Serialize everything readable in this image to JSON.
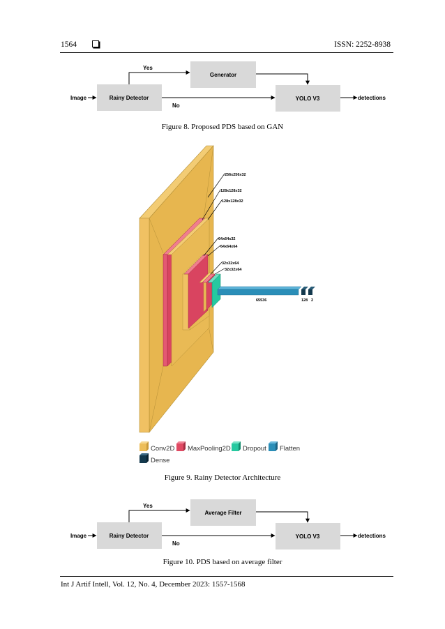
{
  "header": {
    "page_number": "1564",
    "issn": "ISSN: 2252-8938"
  },
  "figure8": {
    "input": "Image",
    "detector": "Rainy Detector",
    "yes": "Yes",
    "no": "No",
    "processor": "Generator",
    "detector_model": "YOLO V3",
    "output": "detections",
    "caption": "Figure 8. Proposed PDS based on GAN"
  },
  "figure9": {
    "layer_labels": [
      "256x256x32",
      "128x128x32",
      "128x128x32",
      "64x64x32",
      "64x64x64",
      "32x32x64",
      "32x32x64"
    ],
    "flatten_size": "65536",
    "dense_sizes": [
      "128",
      "2"
    ],
    "legend": [
      {
        "name": "Conv2D",
        "color": "#EDBE5A"
      },
      {
        "name": "MaxPooling2D",
        "color": "#E04A63"
      },
      {
        "name": "Dropout",
        "color": "#26C9A0"
      },
      {
        "name": "Flatten",
        "color": "#2A8EB8"
      },
      {
        "name": "Dense",
        "color": "#14394D"
      }
    ],
    "caption": "Figure 9. Rainy Detector Architecture"
  },
  "figure10": {
    "input": "Image",
    "detector": "Rainy Detector",
    "yes": "Yes",
    "no": "No",
    "processor": "Average Filter",
    "detector_model": "YOLO V3",
    "output": "detections",
    "caption": "Figure 10. PDS based on average filter"
  },
  "footer": {
    "citation": "Int J Artif Intell, Vol. 12, No. 4, December 2023: 1557-1568"
  }
}
